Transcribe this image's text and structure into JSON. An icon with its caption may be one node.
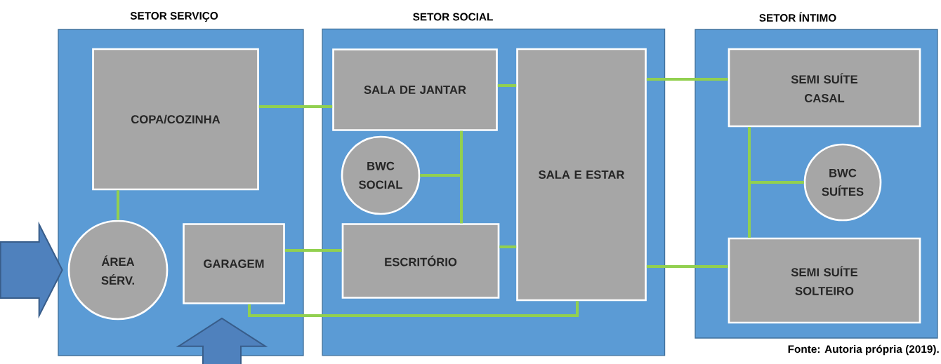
{
  "diagram": {
    "caption": "Fonte: Autoria própria (2019).",
    "nodes": [
      {
        "text": [
          "SETOR SERVIÇO"
        ]
      },
      {
        "text": [
          "COPA/COZINHA"
        ],
        "in": 0
      },
      {
        "text": [
          "ÁREA SÉRV."
        ],
        "in": 0
      },
      {
        "text": [
          "GARAGEM"
        ],
        "in": 0
      },
      {
        "text": [
          "SETOR SOCIAL"
        ]
      },
      {
        "text": [
          "SALA DE JANTAR"
        ],
        "in": 4
      },
      {
        "text": [
          "BWC SOCIAL"
        ],
        "in": 4
      },
      {
        "text": [
          "ESCRITÓRIO"
        ],
        "in": 4
      },
      {
        "text": [
          "SALA E ESTAR"
        ],
        "in": 4
      },
      {
        "text": [
          "SETOR ÍNTIMO"
        ]
      },
      {
        "text": [
          "SEMI SUÍTE CASAL"
        ],
        "in": 9
      },
      {
        "text": [
          "BWC SUÍTES"
        ],
        "in": 9
      },
      {
        "text": [
          "SEMI SUÍTE SOLTEIRO"
        ],
        "in": 9
      }
    ],
    "edges": [
      {
        "from": 1,
        "to": 5,
        "arrow": "none"
      },
      {
        "from": 1,
        "to": 2,
        "arrow": "none"
      },
      {
        "from": 5,
        "to": 8,
        "arrow": "none"
      },
      {
        "from": 5,
        "to": 7,
        "arrow": "none"
      },
      {
        "from": 6,
        "to": 5,
        "arrow": "none"
      },
      {
        "from": 6,
        "to": 7,
        "arrow": "none"
      },
      {
        "from": 7,
        "to": 8,
        "arrow": "none"
      },
      {
        "from": 3,
        "to": 7,
        "arrow": "none"
      },
      {
        "from": 3,
        "to": 8,
        "arrow": "none"
      },
      {
        "from": 8,
        "to": 10,
        "arrow": "none"
      },
      {
        "from": 8,
        "to": 12,
        "arrow": "none"
      },
      {
        "from": 10,
        "to": 12,
        "arrow": "none"
      },
      {
        "from": 11,
        "to": 10,
        "arrow": "none"
      },
      {
        "from": 11,
        "to": 12,
        "arrow": "none"
      },
      {
        "from": null,
        "to": 2,
        "arrow": "to",
        "style": "thick",
        "color": "#4f81bd"
      },
      {
        "from": null,
        "to": 3,
        "arrow": "to",
        "style": "thick",
        "color": "#4f81bd"
      }
    ]
  }
}
